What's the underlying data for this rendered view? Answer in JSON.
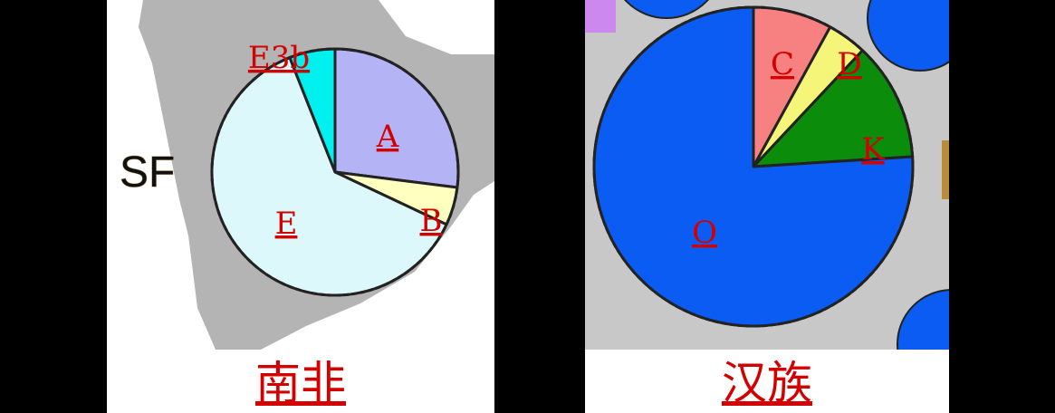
{
  "chart_data": [
    {
      "type": "pie",
      "title": "南非",
      "region_label": "SF",
      "slices": [
        {
          "label": "A",
          "value": 27,
          "color": "#b3b3f5"
        },
        {
          "label": "B",
          "value": 5,
          "color": "#ffffc0"
        },
        {
          "label": "E",
          "value": 62,
          "color": "#dcf8fa"
        },
        {
          "label": "E3b",
          "value": 6,
          "color": "#00f0f0"
        }
      ]
    },
    {
      "type": "pie",
      "title": "汉族",
      "slices": [
        {
          "label": "C",
          "value": 8,
          "color": "#f78181"
        },
        {
          "label": "D",
          "value": 4,
          "color": "#f5f57a"
        },
        {
          "label": "K",
          "value": 12,
          "color": "#0b8c0b"
        },
        {
          "label": "O",
          "value": 76,
          "color": "#0b5cf2"
        }
      ]
    }
  ],
  "colors": {
    "page_background": "#000000",
    "panel_background": "#ffffff",
    "land": "#b4b4b4",
    "label_red": "#d40000",
    "pie_outline": "#222222"
  }
}
